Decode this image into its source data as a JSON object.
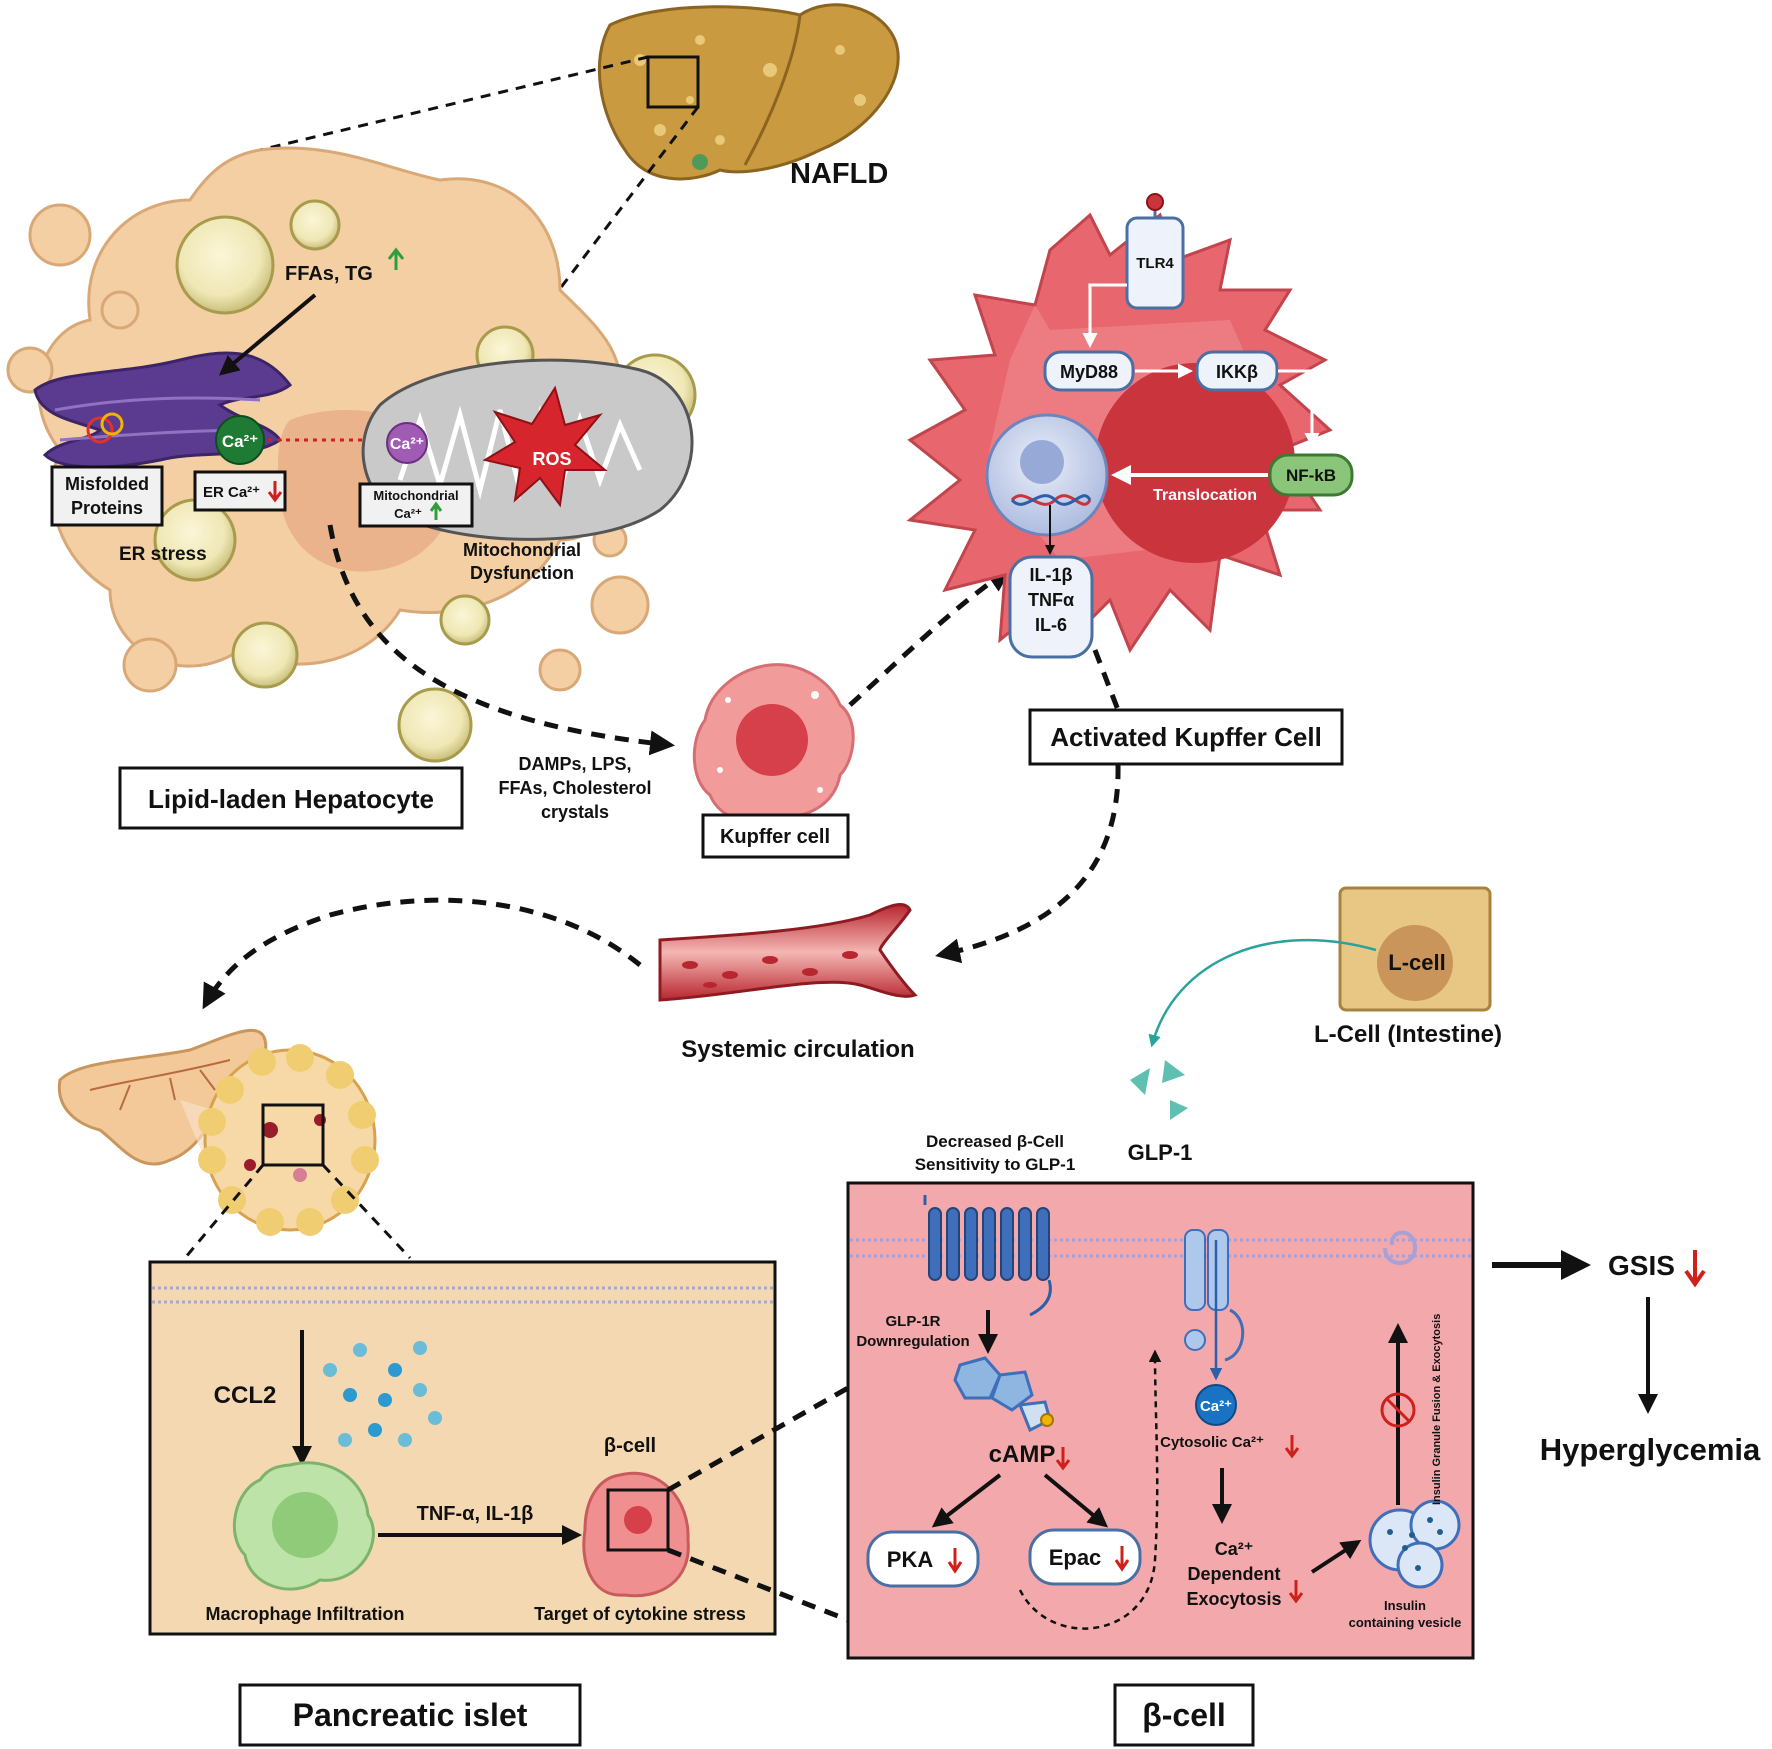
{
  "hepatocyte": {
    "title": "Lipid-laden Hepatocyte",
    "ffas_tg": "FFAs, TG",
    "misfolded_line1": "Misfolded",
    "misfolded_line2": "Proteins",
    "ca_er": "Ca²⁺",
    "er_ca_label": "ER Ca²⁺",
    "er_stress": "ER stress",
    "ca_mito": "Ca²⁺",
    "mito_ca_line1": "Mitochondrial",
    "mito_ca_line2": "Ca²⁺",
    "ros": "ROS",
    "mito_dys_line1": "Mitochondrial",
    "mito_dys_line2": "Dysfunction"
  },
  "liver": {
    "label": "NAFLD"
  },
  "damps": {
    "line1": "DAMPs, LPS,",
    "line2": "FFAs, Cholesterol",
    "line3": "crystals"
  },
  "kupffer": {
    "label": "Kupffer cell"
  },
  "activated": {
    "title": "Activated Kupffer Cell",
    "tlr4": "TLR4",
    "myd88": "MyD88",
    "ikkb": "IKKβ",
    "nfkb": "NF-kB",
    "translocation": "Translocation",
    "cytokines": [
      "IL-1β",
      "TNFα",
      "IL-6"
    ]
  },
  "circulation": {
    "label": "Systemic circulation"
  },
  "lcell": {
    "inner": "L-cell",
    "label": "L-Cell (Intestine)",
    "glp1": "GLP-1"
  },
  "islet": {
    "title": "Pancreatic islet",
    "ccl2": "CCL2",
    "tnf_il1b": "TNF-α, IL-1β",
    "beta_cell": "β-cell",
    "macrophage": "Macrophage Infiltration",
    "target": "Target of cytokine stress"
  },
  "bcell": {
    "title": "β-cell",
    "decreased_line1": "Decreased β-Cell",
    "decreased_line2": "Sensitivity to GLP-1",
    "glp1r_line1": "GLP-1R",
    "glp1r_line2": "Downregulation",
    "camp": "cAMP",
    "pka": "PKA",
    "epac": "Epac",
    "ca_badge": "Ca²⁺",
    "cytosolic": "Cytosolic Ca²⁺",
    "exo_line1": "Ca²⁺",
    "exo_line2": "Dependent",
    "exo_line3": "Exocytosis",
    "fusion": "Insulin Granule Fusion & Exocytosis",
    "vesicle_line1": "Insulin",
    "vesicle_line2": "containing vesicle"
  },
  "outcome": {
    "gsis": "GSIS",
    "hyperglycemia": "Hyperglycemia"
  },
  "colors": {
    "up_arrow": "#2e9e3a",
    "down_arrow": "#d0201c"
  }
}
